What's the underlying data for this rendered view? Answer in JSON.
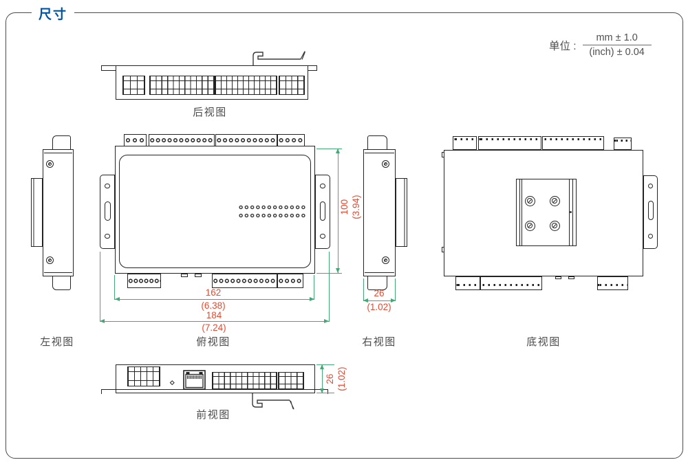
{
  "page": {
    "title": "尺寸"
  },
  "unit_note": {
    "prefix": "单位 :",
    "numerator": "mm ± 1.0",
    "denominator": "(inch) ± 0.04"
  },
  "view_labels": {
    "rear": "后视图",
    "left": "左视图",
    "top": "俯视图",
    "right": "右视图",
    "bottom": "底视图",
    "front": "前视图"
  },
  "dimensions": {
    "body_width": {
      "mm": "162",
      "inch": "(6.38)"
    },
    "overall_width": {
      "mm": "184",
      "inch": "(7.24)"
    },
    "body_height": {
      "mm": "100",
      "inch": "(3.94)"
    },
    "right_view_depth": {
      "mm": "26",
      "inch": "(1.02)"
    },
    "front_view_height": {
      "mm": "26",
      "inch": "(1.02)"
    }
  },
  "colors": {
    "accent_blue": "#0054a6",
    "dimension_line_green": "#43a875",
    "dimension_text_red": "#e8492f"
  }
}
